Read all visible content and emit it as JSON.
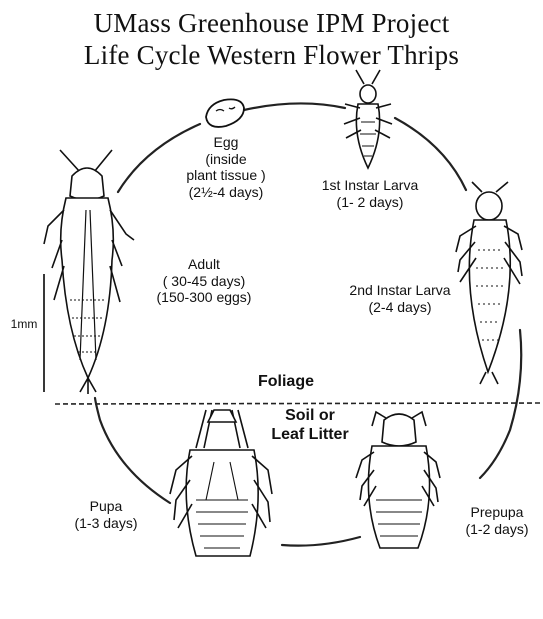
{
  "title": {
    "line1": "UMass Greenhouse IPM Project",
    "line2": "Life Cycle Western Flower Thrips"
  },
  "stages": {
    "egg": {
      "l1": "Egg",
      "l2": "(inside",
      "l3": "plant tissue )",
      "l4": "(2½-4 days)"
    },
    "larva1": {
      "l1": "1st Instar Larva",
      "l2": "(1- 2  days)"
    },
    "larva2": {
      "l1": "2nd Instar Larva",
      "l2": "(2-4 days)"
    },
    "prepupa": {
      "l1": "Prepupa",
      "l2": "(1-2 days)"
    },
    "pupa": {
      "l1": "Pupa",
      "l2": "(1-3 days)"
    },
    "adult": {
      "l1": "Adult",
      "l2": "( 30-45 days)",
      "l3": "(150-300 eggs)"
    }
  },
  "zones": {
    "foliage": "Foliage",
    "soil_l1": "Soil or",
    "soil_l2": "Leaf Litter"
  },
  "scale_label": "1mm"
}
